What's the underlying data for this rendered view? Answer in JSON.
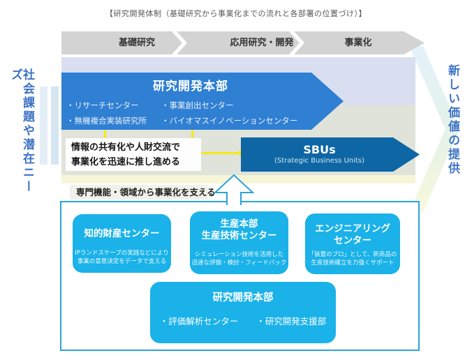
{
  "title": "【研究開発体制（基礎研究から事業化までの流れと各部署の位置づけ）】",
  "side_labels": {
    "left": "社会課題や潜在ニーズ",
    "right": "新しい価値の提供"
  },
  "phase_banner": {
    "phases": [
      "基礎研究",
      "応用研究・開発",
      "事業化"
    ]
  },
  "rd_hq": {
    "title": "研究開発本部",
    "members": [
      [
        "・リサーチセンター",
        "・事業創出センター"
      ],
      [
        "・無機複合実装研究所",
        "・バイオマスイノベーションセンター"
      ]
    ]
  },
  "info_box": {
    "lines": [
      "情報の共有化や人財交流で",
      "事業化を迅速に推し進める"
    ]
  },
  "sbus": {
    "title": "SBUs",
    "subtitle": "(Strategic Business Units)"
  },
  "support_caption": "専門機能・領域から事業化を支える",
  "support_boxes": [
    {
      "title_lines": [
        "知的財産センター"
      ],
      "desc_lines": [
        "IPランドスケープの実践などにより",
        "事業の意思決定をデータで支える"
      ]
    },
    {
      "title_lines": [
        "生産本部",
        "生産技術センター"
      ],
      "desc_lines": [
        "シミュレーション技術を活用した",
        "迅速な評価・検討・フィードバック"
      ]
    },
    {
      "title_lines": [
        "エンジニアリング",
        "センター"
      ],
      "desc_lines": [
        "「装置のプロ」として、新商品の",
        "生産技術確立を力強くサポート"
      ]
    }
  ],
  "bottom_box": {
    "title": "研究開発本部",
    "members": [
      "・評価解析センター",
      "・研究開発支援部"
    ]
  },
  "colors": {
    "rd_arrow_blue": "#2f7fd3",
    "sbus_blue": "#0e67a4",
    "support_box_cyan": "#1ab2e9",
    "connector_yellow": "#f3ea18",
    "banner_gray": "#d3d3d3",
    "band_lavender": "#d9dff0",
    "band_gray_green": "#e0e3da",
    "panel_border_cyan": "#2aa3dc",
    "side_label_blue": "#3e73c5"
  }
}
